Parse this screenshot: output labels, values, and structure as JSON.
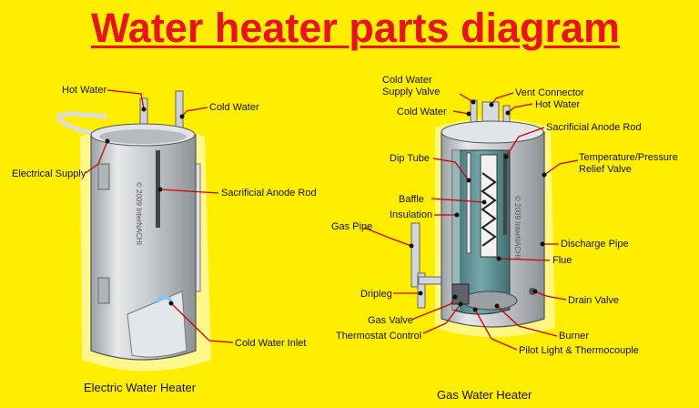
{
  "title": "Water heater parts diagram",
  "watermark": "© 2009 InterNACHI",
  "electric": {
    "caption": "Electric Water Heater",
    "labels": {
      "hot_water": "Hot Water",
      "cold_water": "Cold Water",
      "electrical_supply": "Electrical Supply",
      "sacrificial_anode_rod": "Sacrificial Anode Rod",
      "cold_water_inlet": "Cold Water Inlet"
    }
  },
  "gas": {
    "caption": "Gas Water Heater",
    "labels": {
      "cold_water_supply_valve_1": "Cold Water",
      "cold_water_supply_valve_2": "Supply Valve",
      "vent_connector": "Vent Connector",
      "cold_water": "Cold Water",
      "hot_water": "Hot Water",
      "sacrificial_anode_rod": "Sacrificial Anode Rod",
      "dip_tube": "Dip Tube",
      "temp_pressure_1": "Temperature/Pressure",
      "temp_pressure_2": "Relief Valve",
      "baffle": "Baffle",
      "insulation": "Insulation",
      "gas_pipe": "Gas Pipe",
      "discharge_pipe": "Discharge Pipe",
      "flue": "Flue",
      "dripleg": "Dripleg",
      "drain_valve": "Drain Valve",
      "gas_valve": "Gas Valve",
      "burner": "Burner",
      "thermostat_control": "Thermostat Control",
      "pilot_light_thermocouple": "Pilot Light & Thermocouple"
    }
  }
}
